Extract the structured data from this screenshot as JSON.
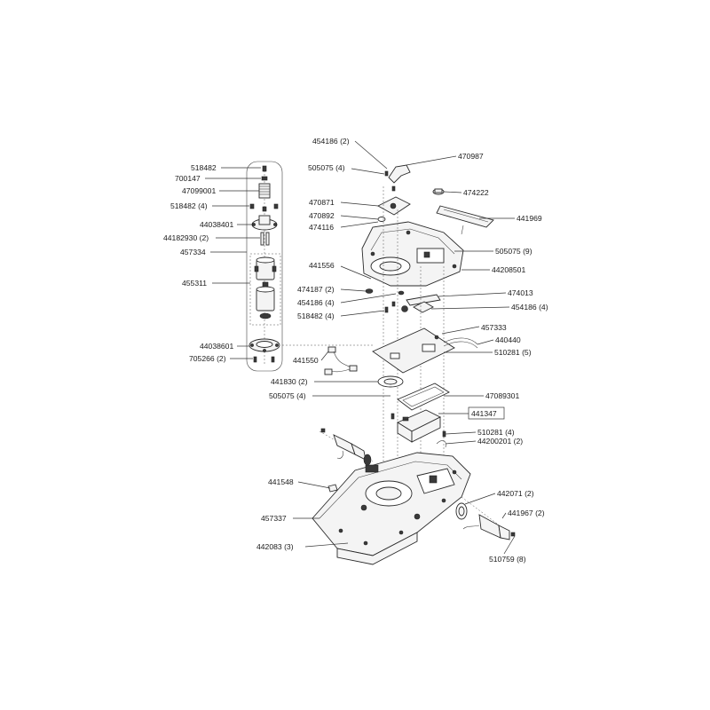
{
  "labels": {
    "l454186_2": "454186 (2)",
    "l470987": "470987",
    "l505075_4a": "505075 (4)",
    "l474222": "474222",
    "l470871": "470871",
    "l470892": "470892",
    "l441969": "441969",
    "l474116": "474116",
    "l505075_9": "505075 (9)",
    "l441556": "441556",
    "l44208501": "44208501",
    "l474187_2": "474187 (2)",
    "l474013": "474013",
    "l454186_4a": "454186 (4)",
    "l454186_4b": "454186 (4)",
    "l518482_4b": "518482 (4)",
    "l457333": "457333",
    "l440440": "440440",
    "l510281_5": "510281 (5)",
    "l441550": "441550",
    "l441830_2": "441830 (2)",
    "l505075_4b": "505075 (4)",
    "l47089301": "47089301",
    "l441347": "441347",
    "l510281_4": "510281 (4)",
    "l44200201_2": "44200201 (2)",
    "l441548": "441548",
    "l442071_2": "442071 (2)",
    "l457337": "457337",
    "l441967_2": "441967 (2)",
    "l442083_3": "442083 (3)",
    "l510759_8": "510759 (8)",
    "l518482": "518482",
    "l700147": "700147",
    "l47099001": "47099001",
    "l518482_4a": "518482 (4)",
    "l44038401": "44038401",
    "l44182930_2": "44182930 (2)",
    "l457334": "457334",
    "l455311": "455311",
    "l44038601": "44038601",
    "l705266_2": "705266 (2)"
  }
}
